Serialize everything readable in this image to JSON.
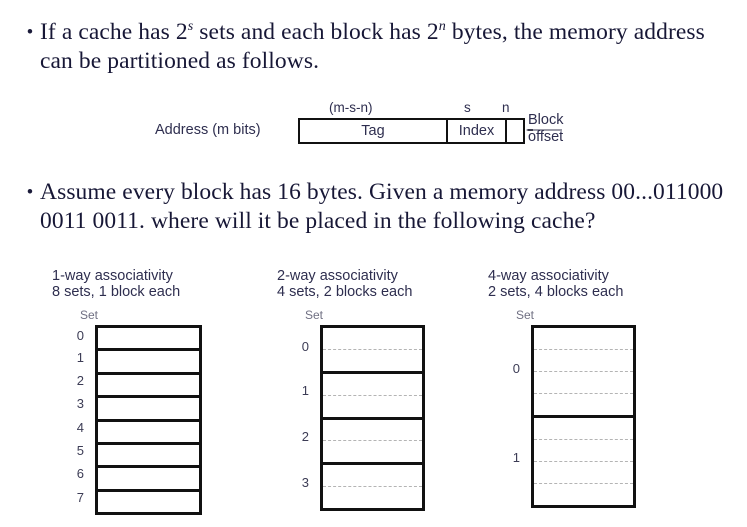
{
  "slide": {
    "bullets": [
      {
        "marker": "•",
        "html_parts": {
          "p1": "If a cache has 2",
          "sup1": "s",
          "p2": " sets and each block has 2",
          "sup2": "n",
          "p3": " bytes, the memory address can be partitioned as follows."
        },
        "plain": "If a cache has 2^s sets and each block has 2^n bytes, the memory address can be partitioned as follows."
      },
      {
        "marker": "•",
        "plain": "Assume every block has 16 bytes. Given a memory address 00...011000 0011 0011. where will it be placed in the following cache?"
      }
    ]
  },
  "address_diagram": {
    "label": "Address (m bits)",
    "fields": [
      {
        "name": "tag",
        "text": "Tag",
        "bits_caption": "(m-s-n)"
      },
      {
        "name": "index",
        "text": "Index",
        "bits_caption": "s"
      },
      {
        "name": "offset",
        "text": "",
        "bits_caption": "n"
      }
    ],
    "callout": "Block offset",
    "callout_line1": "Block",
    "callout_line2": "offset"
  },
  "cache_diagrams": [
    {
      "key": "one-way",
      "title_line1": "1-way associativity",
      "title_line2": "8 sets, 1 block each",
      "set_word": "Set",
      "sets": 8,
      "blocks_per_set": 1,
      "set_labels": [
        "0",
        "1",
        "2",
        "3",
        "4",
        "5",
        "6",
        "7"
      ]
    },
    {
      "key": "two-way",
      "title_line1": "2-way associativity",
      "title_line2": "4 sets, 2 blocks each",
      "set_word": "Set",
      "sets": 4,
      "blocks_per_set": 2,
      "set_labels": [
        "0",
        "1",
        "2",
        "3"
      ]
    },
    {
      "key": "four-way",
      "title_line1": "4-way associativity",
      "title_line2": "2 sets, 4 blocks each",
      "set_word": "Set",
      "sets": 2,
      "blocks_per_set": 4,
      "set_labels": [
        "0",
        "1"
      ]
    }
  ],
  "colors": {
    "text": "#171736",
    "caption": "#2e2e4f",
    "rule": "#111111",
    "dashed": "#b4b4b4",
    "background": "#ffffff"
  }
}
